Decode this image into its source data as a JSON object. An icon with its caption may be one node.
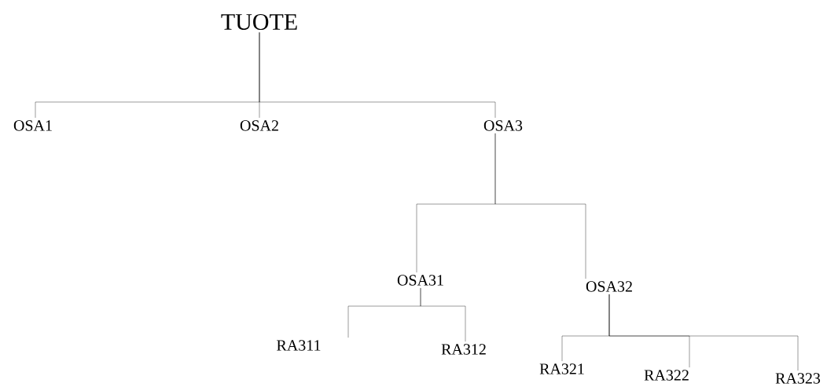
{
  "diagram": {
    "nodes": [
      {
        "text": [
          "TUOTE"
        ]
      },
      {
        "text": [
          "OSA1"
        ]
      },
      {
        "text": [
          "OSA2"
        ]
      },
      {
        "text": [
          "OSA3"
        ]
      },
      {
        "text": [
          "OSA31"
        ]
      },
      {
        "text": [
          "OSA32"
        ]
      },
      {
        "text": [
          "RA311"
        ]
      },
      {
        "text": [
          "RA312"
        ]
      },
      {
        "text": [
          "RA321"
        ]
      },
      {
        "text": [
          "RA322"
        ]
      },
      {
        "text": [
          "RA323"
        ]
      }
    ],
    "edges": [
      {
        "from": 0,
        "to": 1,
        "arrow": "none"
      },
      {
        "from": 0,
        "to": 2,
        "arrow": "none"
      },
      {
        "from": 0,
        "to": 3,
        "arrow": "none"
      },
      {
        "from": 3,
        "to": 4,
        "arrow": "none"
      },
      {
        "from": 3,
        "to": 5,
        "arrow": "none"
      },
      {
        "from": 4,
        "to": 6,
        "arrow": "none"
      },
      {
        "from": 4,
        "to": 7,
        "arrow": "none"
      },
      {
        "from": 5,
        "to": 8,
        "arrow": "none"
      },
      {
        "from": 5,
        "to": 9,
        "arrow": "none"
      },
      {
        "from": 5,
        "to": 10,
        "arrow": "none"
      }
    ]
  }
}
